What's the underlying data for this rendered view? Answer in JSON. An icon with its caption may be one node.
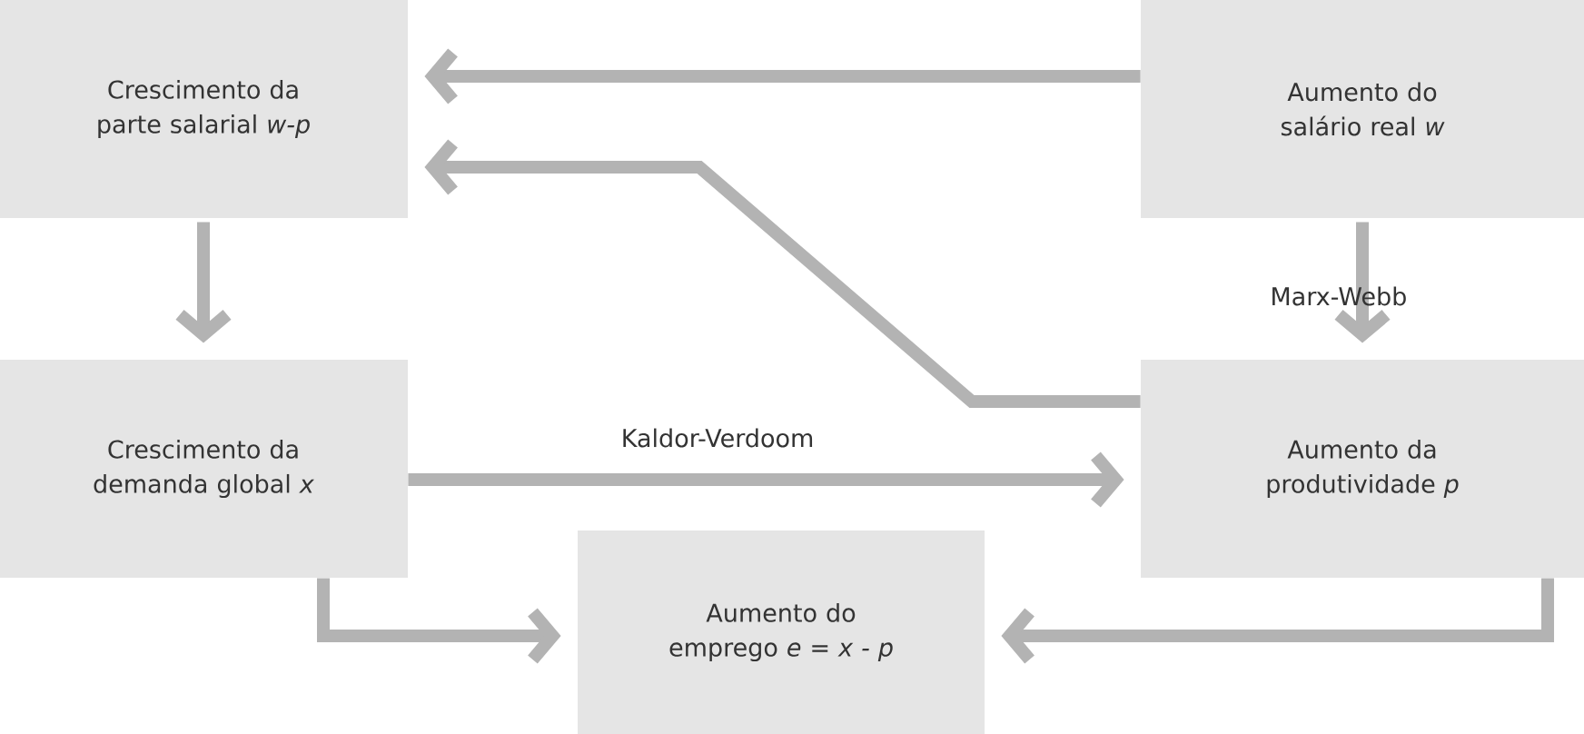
{
  "diagram": {
    "nodes": [
      {
        "text": [
          "Crescimento da parte salarial *w-p*"
        ]
      },
      {
        "text": [
          "Aumento do salário real *w*"
        ]
      },
      {
        "text": [
          "Crescimento da demanda global *x*"
        ]
      },
      {
        "text": [
          "Aumento da produtividade *p*"
        ]
      },
      {
        "text": [
          "Aumento do emprego *e = x - p*"
        ]
      }
    ],
    "edges": [
      {
        "from": 1,
        "to": 0,
        "arrow": "to"
      },
      {
        "from": 3,
        "to": 0,
        "arrow": "to"
      },
      {
        "from": 1,
        "to": 3,
        "arrow": "to",
        "label": "Marx-Webb"
      },
      {
        "from": 0,
        "to": 2,
        "arrow": "to"
      },
      {
        "from": 2,
        "to": 3,
        "arrow": "to",
        "label": "Kaldor-Verdoom"
      },
      {
        "from": 2,
        "to": 4,
        "arrow": "to"
      },
      {
        "from": 3,
        "to": 4,
        "arrow": "to"
      }
    ]
  }
}
